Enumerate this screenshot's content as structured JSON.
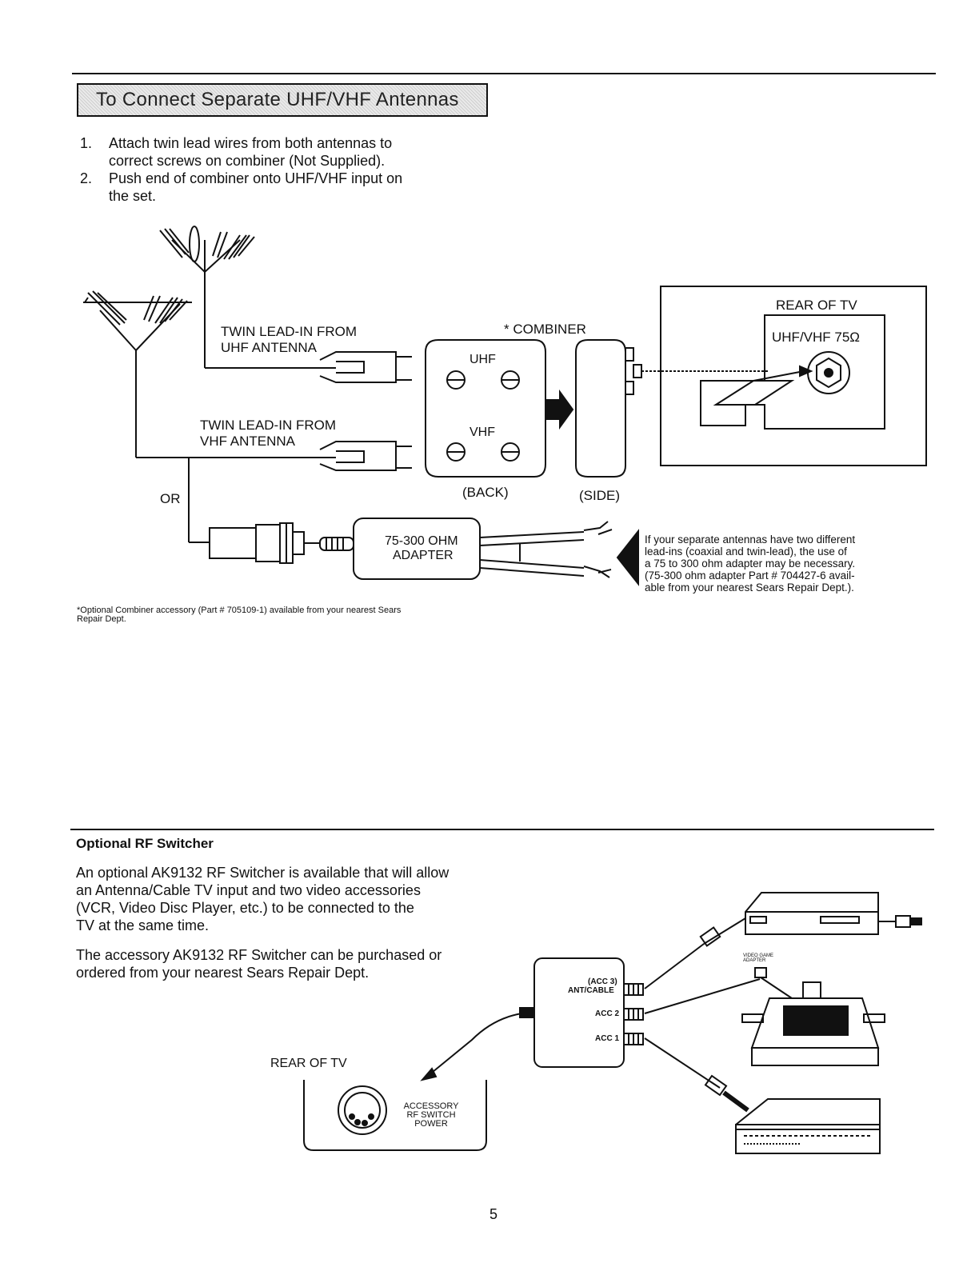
{
  "section1": {
    "title": "To Connect Separate UHF/VHF Antennas",
    "steps": [
      {
        "num": "1.",
        "line1": "Attach twin lead wires from both antennas to",
        "line2": "correct screws on combiner (Not Supplied)."
      },
      {
        "num": "2.",
        "line1": "Push end of combiner onto UHF/VHF input on",
        "line2": "the set."
      }
    ]
  },
  "diagram1": {
    "uhf_lead_line1": "TWIN LEAD-IN FROM",
    "uhf_lead_line2": "UHF ANTENNA",
    "vhf_lead_line1": "TWIN LEAD-IN FROM",
    "vhf_lead_line2": "VHF ANTENNA",
    "combiner": "* COMBINER",
    "uhf": "UHF",
    "vhf": "VHF",
    "back": "(BACK)",
    "side": "(SIDE)",
    "or": "OR",
    "adapter_line1": "75-300 OHM",
    "adapter_line2": "ADAPTER",
    "rear_of_tv": "REAR OF TV",
    "tv_input": "UHF/VHF 75Ω"
  },
  "note": {
    "lines": [
      "If your separate antennas have two different",
      "lead-ins (coaxial and twin-lead), the use of",
      "a 75 to 300 ohm adapter may be necessary.",
      "(75-300 ohm adapter Part # 704427-6 avail-",
      "able from your nearest Sears Repair Dept.)."
    ]
  },
  "footnote": {
    "line1": "*Optional Combiner accessory (Part # 705109-1) available from your nearest Sears",
    "line2": "Repair Dept."
  },
  "section2": {
    "title": "Optional RF Switcher",
    "para1_lines": [
      "An optional AK9132 RF Switcher is available that will allow",
      "an Antenna/Cable TV input and two video accessories",
      "(VCR, Video Disc Player, etc.) to be connected to the",
      "TV at the same time."
    ],
    "para2_lines": [
      "The accessory AK9132 RF Switcher can be purchased or",
      "ordered from your nearest Sears Repair Dept."
    ]
  },
  "diagram2": {
    "rear_of_tv": "REAR OF TV",
    "accessory_line1": "ACCESSORY",
    "accessory_line2": "RF SWITCH",
    "accessory_line3": "POWER",
    "acc3": "(ACC 3)",
    "ant_cable": "ANT/CABLE",
    "acc2": "ACC 2",
    "acc1": "ACC 1",
    "video_game_line1": "VIDEO GAME",
    "video_game_line2": "ADAPTER"
  },
  "page_number": "5"
}
